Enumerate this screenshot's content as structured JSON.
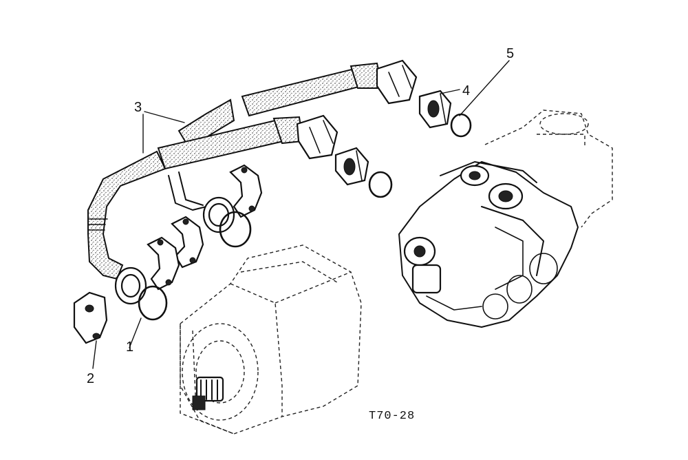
{
  "callouts": {
    "c1": "1",
    "c2": "2",
    "c3": "3",
    "c4": "4",
    "c5": "5"
  },
  "figure_code": "T70-28"
}
